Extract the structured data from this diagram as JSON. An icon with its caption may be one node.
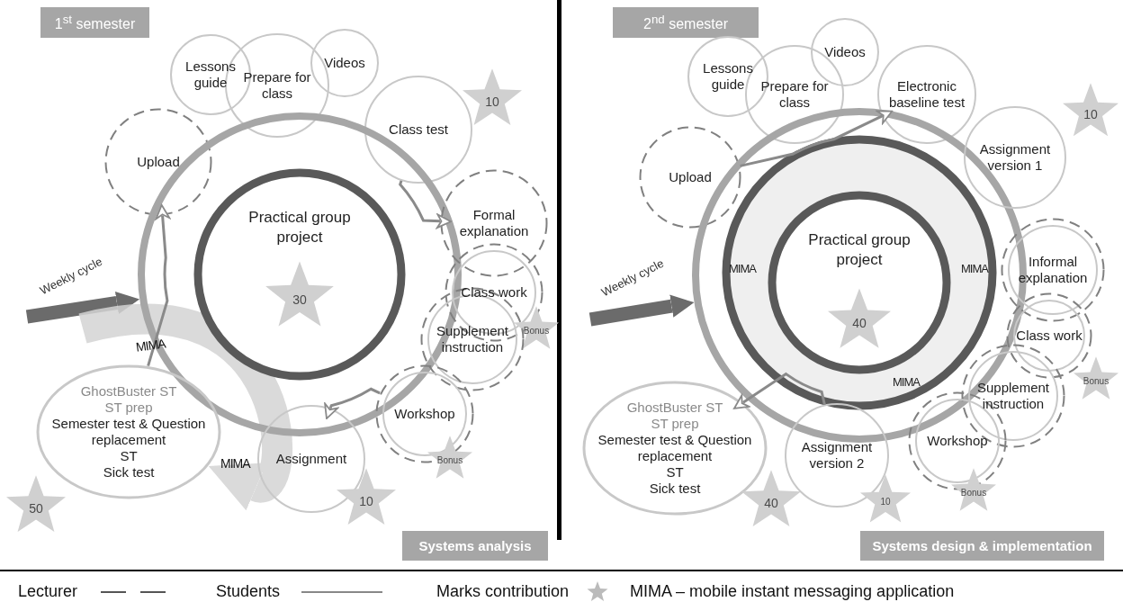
{
  "diagram": {
    "nodes": [
      {
        "text": [
          "1$^{st}$ semester"
        ]
      },
      {
        "text": [
          "Lessons guide"
        ]
      },
      {
        "text": [
          "Prepare for class"
        ]
      },
      {
        "text": [
          "Videos"
        ]
      },
      {
        "text": [
          "Upload"
        ]
      },
      {
        "text": [
          "Class test"
        ]
      },
      {
        "text": [
          "10"
        ]
      },
      {
        "text": [],
        "shape": "circle"
      },
      {
        "text": [
          "Practical group project"
        ],
        "in": 7
      },
      {
        "text": [
          "30"
        ],
        "in": 8
      },
      {
        "text": [
          "Formal explanation"
        ]
      },
      {
        "text": [
          "Class work"
        ]
      },
      {
        "text": [
          "Bonus"
        ]
      },
      {
        "text": [
          "Supplement instruction"
        ]
      },
      {
        "text": [
          "Workshop"
        ]
      },
      {
        "text": [
          "Bonus"
        ]
      },
      {
        "text": [
          "GhostBuster ST",
          "ST prep",
          "Semester test & Question replacement",
          "ST",
          "Sick test"
        ]
      },
      {
        "text": [
          "50"
        ]
      },
      {
        "text": [
          "Assignment"
        ]
      },
      {
        "text": [
          "10"
        ]
      },
      {
        "text": [
          "Systems analysis"
        ]
      },
      {
        "text": [
          "2$^{nd}$ semester"
        ]
      },
      {
        "text": [
          "Lessons guide"
        ]
      },
      {
        "text": [
          "Prepare for class"
        ]
      },
      {
        "text": [
          "Videos"
        ]
      },
      {
        "text": [
          "Electronic baseline test"
        ]
      },
      {
        "text": [
          "Upload"
        ]
      },
      {
        "text": [],
        "shape": "circle"
      },
      {
        "text": [
          "MIMA",
          "MIMA",
          "MIMA"
        ],
        "in": 27
      },
      {
        "text": [
          "Practical group project"
        ],
        "in": 28
      },
      {
        "text": [
          "40"
        ],
        "in": 29
      },
      {
        "text": [
          "Assignment version 1"
        ]
      },
      {
        "text": [
          "10"
        ]
      },
      {
        "text": [
          "Informal explanation"
        ]
      },
      {
        "text": [
          "Class work"
        ]
      },
      {
        "text": [
          "Bonus"
        ]
      },
      {
        "text": [
          "Supplement instruction"
        ]
      },
      {
        "text": [
          "Workshop"
        ]
      },
      {
        "text": [
          "Bonus"
        ]
      },
      {
        "text": [
          "GhostBuster ST",
          "ST prep",
          "Semester test & Question replacement",
          "ST",
          "Sick test"
        ]
      },
      {
        "text": [
          "40"
        ]
      },
      {
        "text": [
          "Assignment version 2"
        ]
      },
      {
        "text": [
          "10"
        ]
      },
      {
        "text": [
          "Systems design & implementation"
        ]
      }
    ],
    "edges": [
      {
        "from": null,
        "to": 7,
        "arrow": "to",
        "label": "Weekly cycle",
        "style": "thick"
      },
      {
        "from": null,
        "to": 16,
        "arrow": "to",
        "label": "MIMA",
        "style": "thick",
        "color": "#d4d4d4"
      },
      {
        "from": null,
        "to": 27,
        "arrow": "to",
        "label": "Weekly cycle",
        "style": "thick"
      },
      {
        "from": 16,
        "to": 4,
        "arrow": "to"
      },
      {
        "from": 5,
        "to": 10,
        "arrow": "to"
      },
      {
        "from": 14,
        "to": 18,
        "arrow": "to"
      },
      {
        "from": 26,
        "to": 25,
        "arrow": "to"
      },
      {
        "from": 41,
        "to": 39,
        "arrow": "to"
      }
    ],
    "labels": [
      "MIMA"
    ],
    "legend": [
      {
        "text": "Lecturer"
      },
      {
        "text": "Students"
      },
      {
        "text": "Marks contribution"
      },
      {
        "text": "MIMA – mobile instant messaging application"
      }
    ]
  }
}
